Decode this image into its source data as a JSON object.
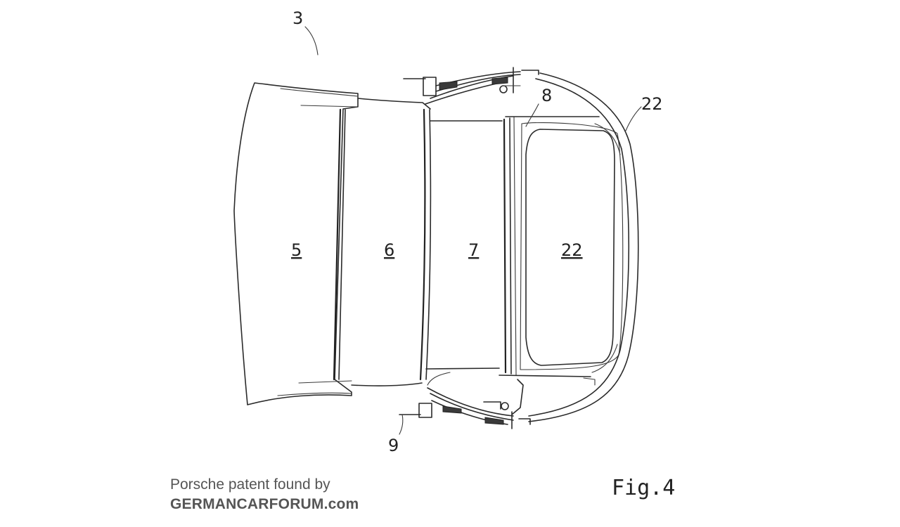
{
  "figure": {
    "label": "Fig.4",
    "references": {
      "assembly": "3",
      "panel_front": "5",
      "panel_second": "6",
      "panel_third": "7",
      "rear_window": "22",
      "rear_bow": "22",
      "frame_bow": "8",
      "linkage": "9"
    }
  },
  "credit": {
    "line1": "Porsche patent found by",
    "line2": "GERMANCARFORUM.com"
  }
}
